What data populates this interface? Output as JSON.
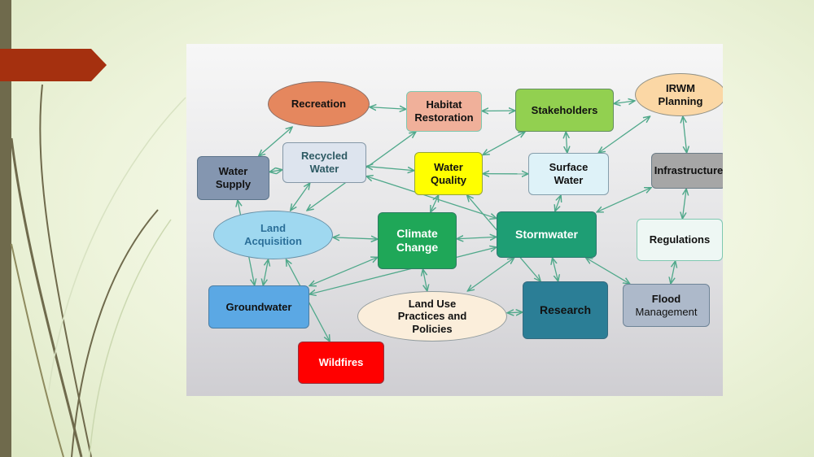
{
  "diagram": {
    "nodes": [
      {
        "id": "recreation",
        "label": "Recreation",
        "color": "#e5875e",
        "shape": "oval"
      },
      {
        "id": "habitat-restoration",
        "label": "Habitat\nRestoration",
        "color": "#f0b09a",
        "shape": "rect"
      },
      {
        "id": "stakeholders",
        "label": "Stakeholders",
        "color": "#92d050",
        "shape": "rect"
      },
      {
        "id": "irwm-planning",
        "label": "IRWM\nPlanning",
        "color": "#fbd7a5",
        "shape": "oval"
      },
      {
        "id": "water-supply",
        "label": "Water\nSupply",
        "color": "#8496b0",
        "shape": "rect"
      },
      {
        "id": "recycled-water",
        "label": "Recycled\nWater",
        "color": "#dde4ee",
        "shape": "rect"
      },
      {
        "id": "water-quality",
        "label": "Water\nQuality",
        "color": "#ffff00",
        "shape": "rect"
      },
      {
        "id": "surface-water",
        "label": "Surface\nWater",
        "color": "#def2f8",
        "shape": "rect"
      },
      {
        "id": "infrastructure",
        "label": "Infrastructure",
        "color": "#a6a6a6",
        "shape": "rect"
      },
      {
        "id": "land-acquisition",
        "label": "Land\nAcquisition",
        "color": "#9fd8f0",
        "shape": "oval"
      },
      {
        "id": "climate-change",
        "label": "Climate\nChange",
        "color": "#1fa758",
        "shape": "rect"
      },
      {
        "id": "stormwater",
        "label": "Stormwater",
        "color": "#1e9e74",
        "shape": "rect"
      },
      {
        "id": "regulations",
        "label": "Regulations",
        "color": "#eef7f4",
        "shape": "rect"
      },
      {
        "id": "groundwater",
        "label": "Groundwater",
        "color": "#5ba8e4",
        "shape": "rect"
      },
      {
        "id": "land-use",
        "label": "Land Use\nPractices and\nPolicies",
        "color": "#fbeedb",
        "shape": "oval"
      },
      {
        "id": "research",
        "label": "Research",
        "color": "#2b7e96",
        "shape": "rect"
      },
      {
        "id": "flood-management",
        "label": "Flood\nManagement",
        "color": "#adb9ca",
        "shape": "rect"
      },
      {
        "id": "wildfires",
        "label": "Wildfires",
        "color": "#ff0000",
        "shape": "rect"
      }
    ],
    "edges": [
      [
        "recreation",
        "habitat-restoration"
      ],
      [
        "recreation",
        "water-supply"
      ],
      [
        "habitat-restoration",
        "stakeholders"
      ],
      [
        "stakeholders",
        "irwm-planning"
      ],
      [
        "stakeholders",
        "surface-water"
      ],
      [
        "stakeholders",
        "water-quality"
      ],
      [
        "irwm-planning",
        "surface-water"
      ],
      [
        "irwm-planning",
        "infrastructure"
      ],
      [
        "water-supply",
        "recycled-water"
      ],
      [
        "water-supply",
        "groundwater"
      ],
      [
        "recycled-water",
        "water-quality"
      ],
      [
        "recycled-water",
        "land-acquisition"
      ],
      [
        "recycled-water",
        "stormwater"
      ],
      [
        "water-quality",
        "surface-water"
      ],
      [
        "water-quality",
        "climate-change"
      ],
      [
        "water-quality",
        "research"
      ],
      [
        "habitat-restoration",
        "land-acquisition"
      ],
      [
        "surface-water",
        "stormwater"
      ],
      [
        "infrastructure",
        "stormwater"
      ],
      [
        "regulations",
        "infrastructure"
      ],
      [
        "land-acquisition",
        "climate-change"
      ],
      [
        "land-acquisition",
        "groundwater"
      ],
      [
        "land-acquisition",
        "wildfires"
      ],
      [
        "climate-change",
        "stormwater"
      ],
      [
        "climate-change",
        "land-use"
      ],
      [
        "climate-change",
        "groundwater"
      ],
      [
        "stormwater",
        "groundwater"
      ],
      [
        "stormwater",
        "land-use"
      ],
      [
        "stormwater",
        "research"
      ],
      [
        "stormwater",
        "flood-management"
      ],
      [
        "research",
        "land-use"
      ],
      [
        "flood-management",
        "regulations"
      ]
    ]
  }
}
